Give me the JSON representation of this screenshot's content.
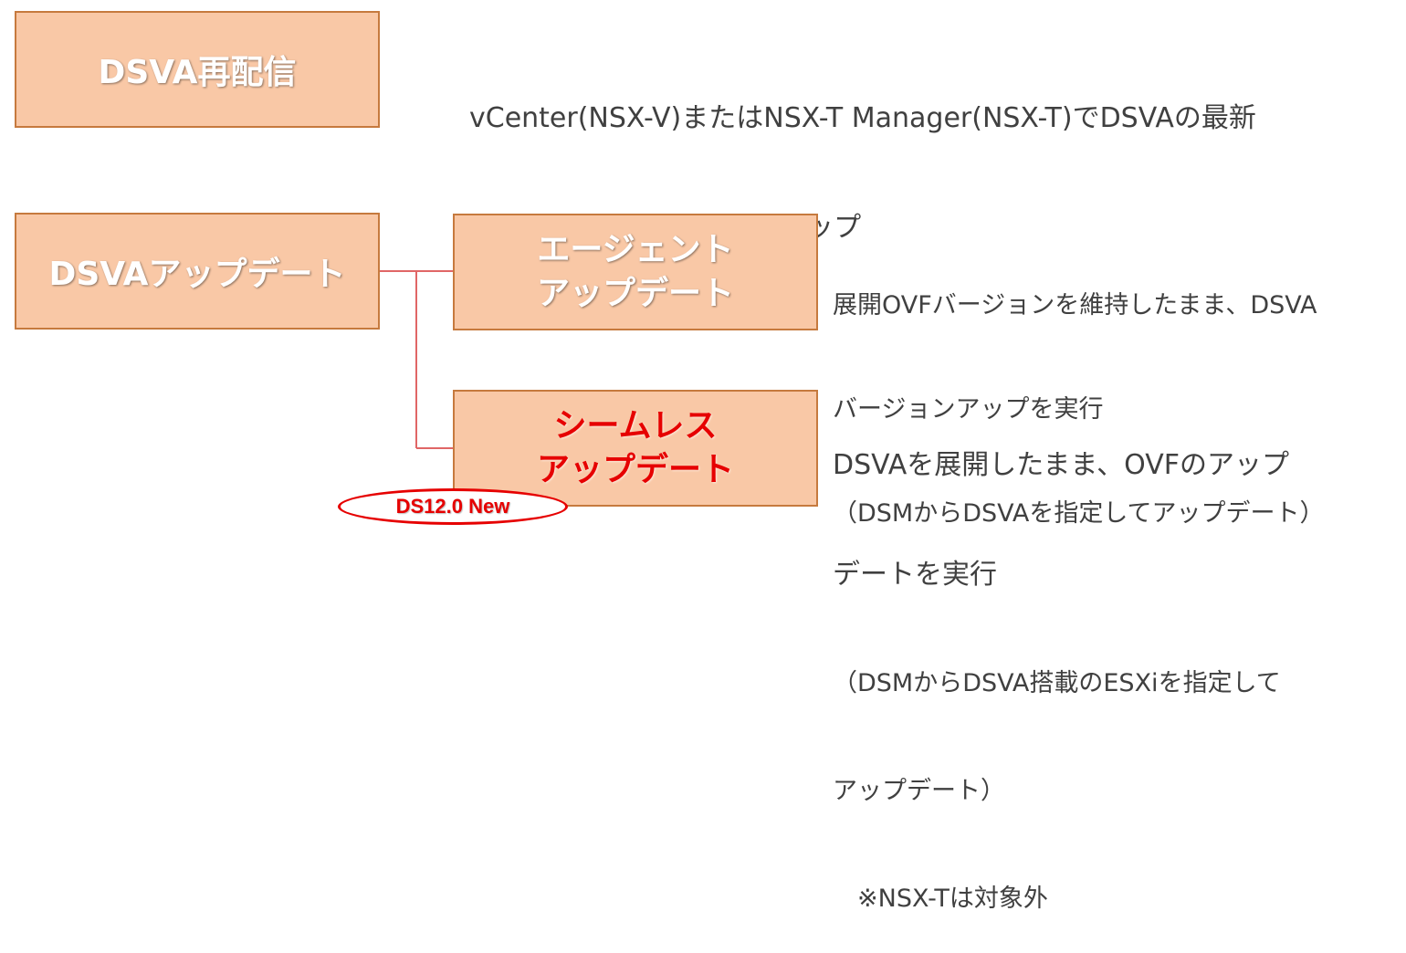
{
  "boxes": {
    "redeploy": {
      "label": "DSVA再配信"
    },
    "update": {
      "label": "DSVAアップデート"
    },
    "agent_update": {
      "line1": "エージェント",
      "line2": "アップデート"
    },
    "seamless_update": {
      "line1": "シームレス",
      "line2": "アップデート"
    }
  },
  "descriptions": {
    "redeploy": {
      "line1": "vCenter(NSX-V)またはNSX-T Manager(NSX-T)でDSVAの最新",
      "line2": "OVF/Agentでバージョンアップ"
    },
    "agent_update": {
      "line1": "展開OVFバージョンを維持したまま、DSVA",
      "line2": "バージョンアップを実行",
      "line3": "（DSMからDSVAを指定してアップデート）"
    },
    "seamless_update": {
      "line1": "DSVAを展開したまま、OVFのアップ",
      "line2": "デートを実行",
      "line3": "（DSMからDSVA搭載のESXiを指定して",
      "line4": "アップデート）",
      "line5": "　※NSX-Tは対象外"
    }
  },
  "badge": {
    "label": "DS12.0 New"
  },
  "colors": {
    "box_fill": "#f9c8a6",
    "box_border": "#c67a3e",
    "connector": "#e06666",
    "highlight_red": "#e60000",
    "desc_text": "#404040"
  }
}
